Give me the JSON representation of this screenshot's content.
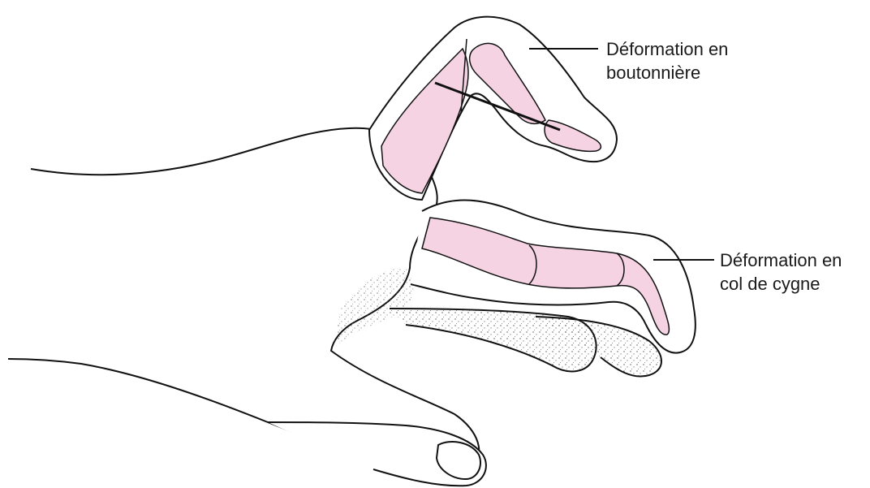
{
  "callouts": {
    "boutonniere": {
      "line1": "Déformation en",
      "line2": "boutonnière"
    },
    "swan_neck": {
      "line1": "Déformation en",
      "line2": "col de cygne"
    }
  },
  "colors": {
    "bone_fill": "#f5d3e3",
    "outline": "#111111",
    "background": "#ffffff"
  }
}
